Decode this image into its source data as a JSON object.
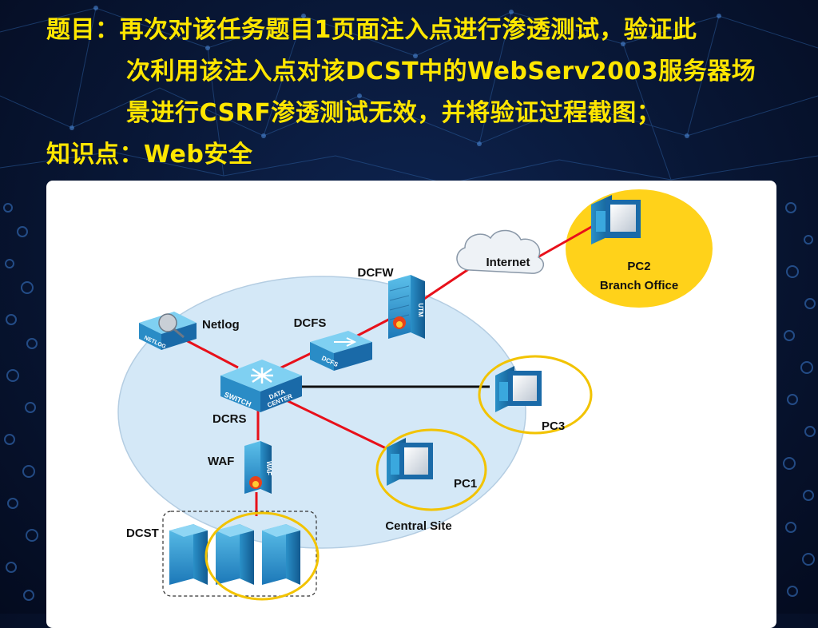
{
  "header": {
    "task_label": "题目：",
    "line1": "再次对该任务题目1页面注入点进行渗透测试，验证此",
    "line2": "次利用该注入点对该DCST中的WebServ2003服务器场",
    "line3": "景进行CSRF渗透测试无效，并将验证过程截图；",
    "knowledge_label": "知识点：",
    "knowledge_value": "Web安全"
  },
  "diagram": {
    "nodes": {
      "internet": "Internet",
      "dcfw": "DCFW",
      "utm": "UTM",
      "netlog": "Netlog",
      "netlog_badge": "NETLOG",
      "dcfs": "DCFS",
      "dcfs_badge": "DCFS",
      "switch_text1": "SWITCH",
      "switch_text2": "DATA",
      "switch_text3": "CENTER",
      "dcrs": "DCRS",
      "waf": "WAF",
      "waf_badge": "WAF",
      "dcst": "DCST",
      "pc1": "PC1",
      "pc2": "PC2",
      "branch_office": "Branch Office",
      "pc3": "PC3",
      "central_site": "Central Site"
    },
    "colors": {
      "title_text": "#ffe600",
      "link_red": "#e8101a",
      "link_black": "#111111",
      "highlight_ring": "#f2c300",
      "highlight_fill": "#ffd21a",
      "site_ellipse": "#d4e8f7"
    }
  }
}
